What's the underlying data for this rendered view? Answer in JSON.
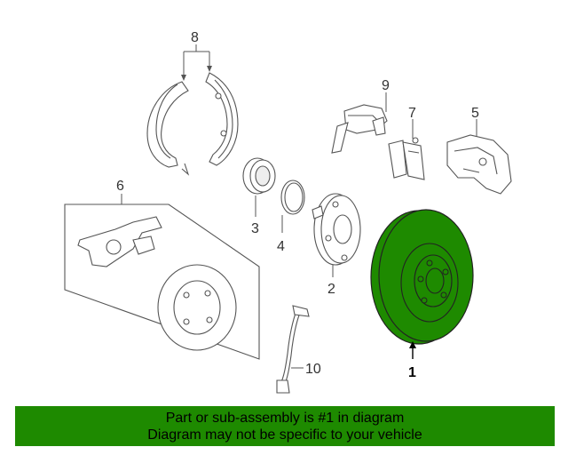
{
  "callouts": {
    "c1": "1",
    "c2": "2",
    "c3": "3",
    "c4": "4",
    "c5": "5",
    "c6": "6",
    "c7": "7",
    "c8": "8",
    "c9": "9",
    "c10": "10"
  },
  "highlight_color": "#1e8a00",
  "banner": {
    "line1": "Part or sub-assembly is #1 in diagram",
    "line2": "Diagram may not be specific to your vehicle"
  }
}
